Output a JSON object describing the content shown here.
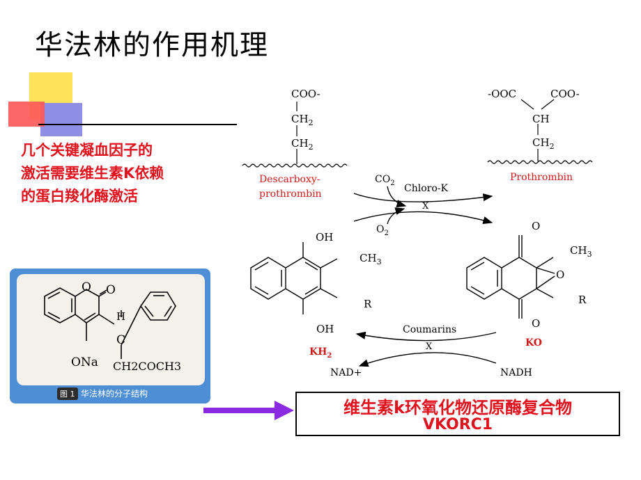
{
  "title": "华法林的作用机理",
  "red_text": {
    "line1": "几个关键凝血因子的",
    "line2": "激活需要维生素K依赖",
    "line3": "的蛋白羧化酶激活"
  },
  "molecule_panel": {
    "fig_label": "图 1",
    "caption": "华法林的分子结构",
    "labels": {
      "o_ring": "O",
      "o_keto": "O",
      "ona": "ONa",
      "h": "H",
      "c": "C",
      "chain": "CH2COCH3"
    }
  },
  "pathway": {
    "descarboxy_line1": "Descarboxy-",
    "descarboxy_line2": "prothrombin",
    "prothrombin": "Prothrombin",
    "coo_left": "COO-",
    "ch2": "CH",
    "ch2_sub": "2",
    "ooc": "-OOC",
    "coo_right": "COO-",
    "ch": "CH",
    "co2": "CO",
    "co2_sub": "2",
    "o2": "O",
    "o2_sub": "2",
    "chloro_k": "Chloro-K",
    "x": "X",
    "oh": "OH",
    "ch3": "CH",
    "ch3_sub": "3",
    "r": "R",
    "o": "O",
    "kh2": "KH",
    "kh2_sub": "2",
    "ko": "KO",
    "coumarins": "Coumarins",
    "nad": "NAD+",
    "nadh": "NADH"
  },
  "box": {
    "line1": "维生素k环氧化物还原酶复合物",
    "line2": "VKORC1"
  },
  "colors": {
    "red": "#e0121d",
    "label_red": "#cc1a1a",
    "panel_blue": "#4d8ed4",
    "arrow_purple": "#8a2be2"
  }
}
